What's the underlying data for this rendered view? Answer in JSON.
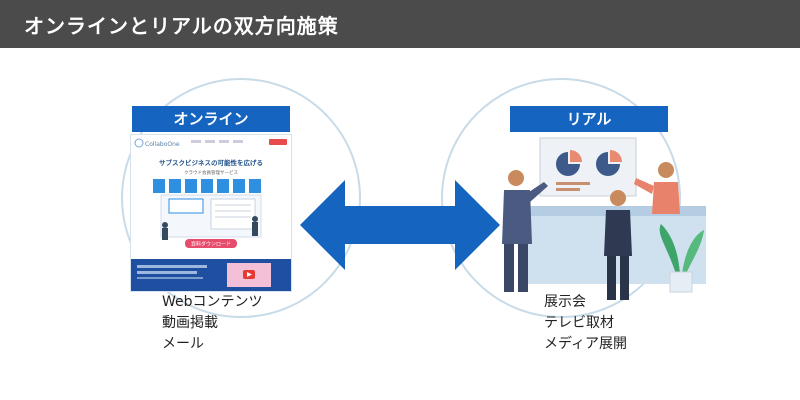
{
  "header": {
    "title": "オンラインとリアルの双方向施策"
  },
  "online": {
    "label": "オンライン",
    "screenshot": {
      "logo_text": "CollaboOne",
      "headline": "サブスクビジネスの可能性を広げる",
      "subheadline": "クラウド会員管理サービス",
      "cta": "資料ダウンロード"
    },
    "items": [
      "Webコンテンツ",
      "動画掲載",
      "メール"
    ]
  },
  "real": {
    "label": "リアル",
    "items": [
      "展示会",
      "テレビ取材",
      "メディア展開"
    ]
  },
  "colors": {
    "header_bg": "#4b4b4b",
    "label_bg": "#1565c0",
    "arrow": "#1565c0",
    "circle_border": "#c7dbe8"
  }
}
